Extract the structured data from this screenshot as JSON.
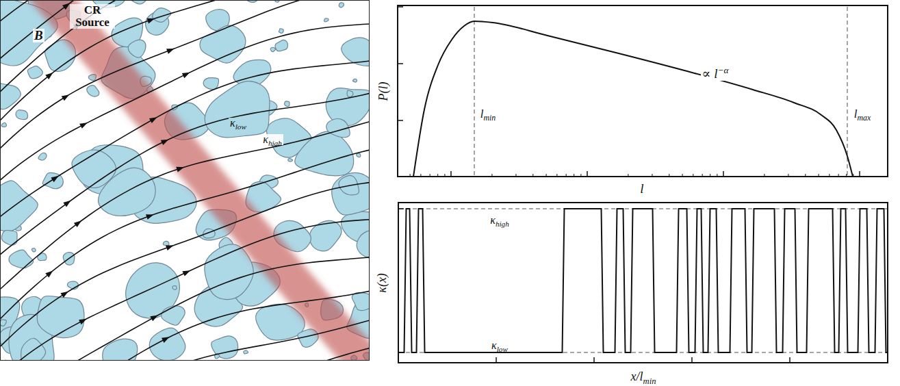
{
  "diagram": {
    "labels": [
      "B",
      "CR Source",
      "κlow",
      "κhigh",
      "P(l)",
      "l",
      "lmin",
      "lmax",
      "∝ l−α",
      "κ(x)",
      "x/lmin",
      "κhigh",
      "κlow"
    ]
  }
}
